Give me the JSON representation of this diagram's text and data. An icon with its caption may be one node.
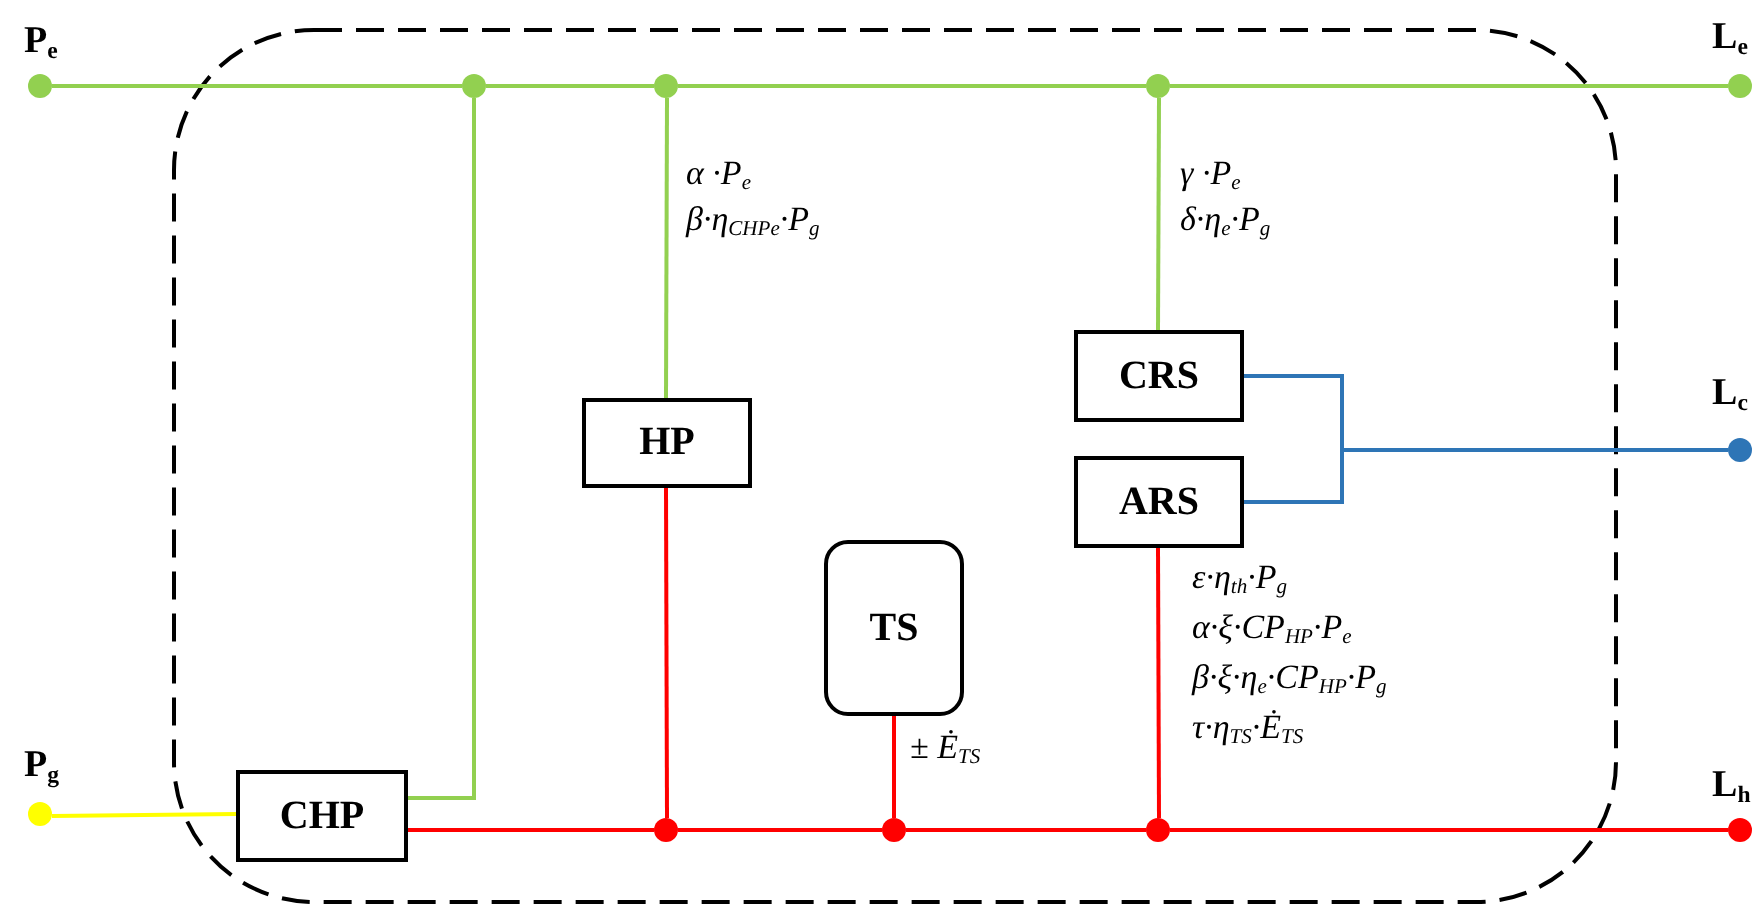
{
  "diagram": {
    "nodes": [
      {
        "text": [],
        "shape": "circle",
        "beside": [
          "P$_{e}$"
        ]
      },
      {
        "text": [],
        "shape": "circle",
        "beside": [
          "L$_{e}$"
        ]
      },
      {
        "text": [],
        "shape": "circle"
      },
      {
        "text": [],
        "shape": "circle"
      },
      {
        "text": [],
        "shape": "circle"
      },
      {
        "text": [
          "HP"
        ]
      },
      {
        "text": [
          "CRS"
        ]
      },
      {
        "text": [
          "ARS"
        ]
      },
      {
        "text": [],
        "shape": "circle",
        "beside": [
          "L$_{c}$"
        ]
      },
      {
        "text": [
          "TS"
        ]
      },
      {
        "text": [],
        "shape": "circle",
        "beside": [
          "P$_{g}$"
        ]
      },
      {
        "text": [
          "CHP"
        ]
      },
      {
        "text": [],
        "shape": "circle"
      },
      {
        "text": [],
        "shape": "circle"
      },
      {
        "text": [],
        "shape": "circle"
      },
      {
        "text": [],
        "shape": "circle",
        "beside": [
          "L$_{h}$"
        ]
      }
    ],
    "edges": [
      {
        "from": 0,
        "to": 2,
        "arrow": "none",
        "color": "#92d050"
      },
      {
        "from": 2,
        "to": 3,
        "arrow": "none",
        "color": "#92d050"
      },
      {
        "from": 3,
        "to": 4,
        "arrow": "none",
        "color": "#92d050"
      },
      {
        "from": 4,
        "to": 1,
        "arrow": "none",
        "color": "#92d050"
      },
      {
        "from": 11,
        "to": 2,
        "arrow": "none",
        "color": "#92d050"
      },
      {
        "from": 3,
        "to": 5,
        "arrow": "none",
        "color": "#92d050"
      },
      {
        "from": 4,
        "to": 6,
        "arrow": "none",
        "color": "#92d050"
      },
      {
        "from": 6,
        "to": 8,
        "arrow": "none",
        "color": "#2e75b6"
      },
      {
        "from": 7,
        "to": 8,
        "arrow": "none",
        "color": "#2e75b6"
      },
      {
        "from": 10,
        "to": 11,
        "arrow": "none",
        "color": "#ffff00"
      },
      {
        "from": 11,
        "to": 12,
        "arrow": "none",
        "color": "#ff0000"
      },
      {
        "from": 12,
        "to": 13,
        "arrow": "none",
        "color": "#ff0000"
      },
      {
        "from": 13,
        "to": 14,
        "arrow": "none",
        "color": "#ff0000"
      },
      {
        "from": 14,
        "to": 15,
        "arrow": "none",
        "color": "#ff0000"
      },
      {
        "from": 5,
        "to": 12,
        "arrow": "none",
        "color": "#ff0000"
      },
      {
        "from": 9,
        "to": 13,
        "arrow": "none",
        "color": "#ff0000"
      },
      {
        "from": 7,
        "to": 14,
        "arrow": "none",
        "color": "#ff0000"
      }
    ],
    "labels": [
      "α ·P$_{e}$",
      "β·η$_{CHPe}$·P$_{g}$",
      "γ ·P$_{e}$",
      "δ·η$_{e}$·P$_{g}$",
      "ε·η$_{th}$·P$_{g}$",
      "α·ξ·CP$_{HP}$·P$_{e}$",
      "β·ξ·η$_{e}$·CP$_{HP}$·P$_{g}$",
      "τ·η$_{TS}$·Ė$_{TS}$",
      "± Ė$_{TS}$"
    ]
  }
}
